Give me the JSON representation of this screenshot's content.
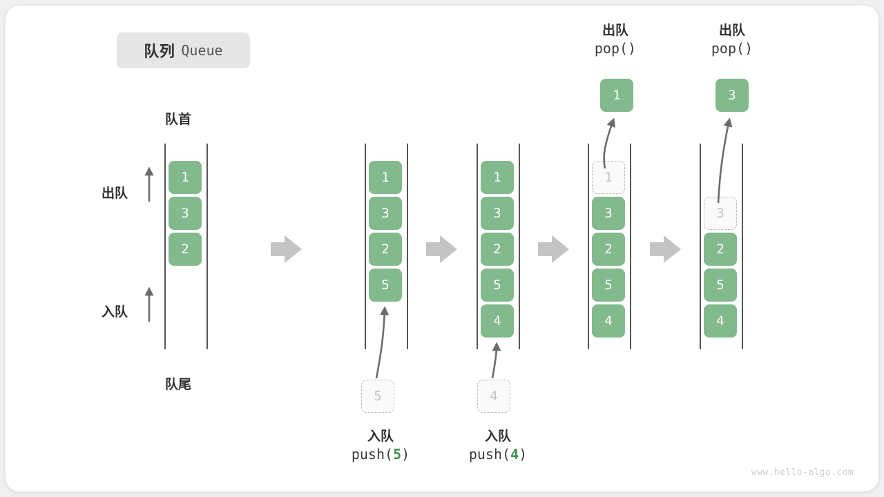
{
  "title": {
    "cn": "队列",
    "en": "Queue"
  },
  "labels": {
    "front": "队首",
    "rear": "队尾",
    "dequeue": "出队",
    "enqueue": "入队"
  },
  "watermark": "www.hello-algo.com",
  "colors": {
    "element_green": "#82b98d",
    "ghost_border": "#b9b9b9",
    "ghost_fill": "#fafafa",
    "rail": "#555555",
    "arrow": "#6b6b6b",
    "step_arrow": "#c4c4c4",
    "badge_bg": "#e6e6e6",
    "text_dark": "#2f2f2f",
    "code_green": "#41914f"
  },
  "steps": [
    {
      "id": "initial",
      "caption_cn": "",
      "caption_code": "",
      "elements": [
        "1",
        "3",
        "2"
      ],
      "ghost": null
    },
    {
      "id": "push-5",
      "caption_cn": "入队",
      "caption_code_prefix": "push(",
      "caption_code_arg": "5",
      "caption_code_suffix": ")",
      "elements": [
        "1",
        "3",
        "2",
        "5"
      ],
      "ghost": {
        "value": "5",
        "position": "below"
      }
    },
    {
      "id": "push-4",
      "caption_cn": "入队",
      "caption_code_prefix": "push(",
      "caption_code_arg": "4",
      "caption_code_suffix": ")",
      "elements": [
        "1",
        "3",
        "2",
        "5",
        "4"
      ],
      "ghost": {
        "value": "4",
        "position": "below"
      }
    },
    {
      "id": "pop-1",
      "caption_cn": "出队",
      "caption_code_prefix": "pop(",
      "caption_code_arg": "",
      "caption_code_suffix": ")",
      "elements": [
        "3",
        "2",
        "5",
        "4"
      ],
      "ghost": {
        "value": "1",
        "position": "top"
      },
      "popped": "1"
    },
    {
      "id": "pop-3",
      "caption_cn": "出队",
      "caption_code_prefix": "pop(",
      "caption_code_arg": "",
      "caption_code_suffix": ")",
      "elements": [
        "2",
        "5",
        "4"
      ],
      "ghost": {
        "value": "3",
        "position": "second"
      },
      "popped": "3"
    }
  ],
  "boxes": {
    "c1": [
      "1",
      "3",
      "2"
    ],
    "c2": [
      "1",
      "3",
      "2",
      "5"
    ],
    "c3": [
      "1",
      "3",
      "2",
      "5",
      "4"
    ],
    "c4": [
      "3",
      "2",
      "5",
      "4"
    ],
    "c5": [
      "2",
      "5",
      "4"
    ],
    "ghost_push5": "5",
    "ghost_push4": "4",
    "ghost_pop1": "1",
    "ghost_pop3": "3",
    "popped1": "1",
    "popped3": "3"
  },
  "captions": {
    "push5_cn": "入队",
    "push5_pre": "push(",
    "push5_arg": "5",
    "push5_post": ")",
    "push4_cn": "入队",
    "push4_pre": "push(",
    "push4_arg": "4",
    "push4_post": ")",
    "pop1_cn": "出队",
    "pop1_code": "pop()",
    "pop2_cn": "出队",
    "pop2_code": "pop()"
  }
}
